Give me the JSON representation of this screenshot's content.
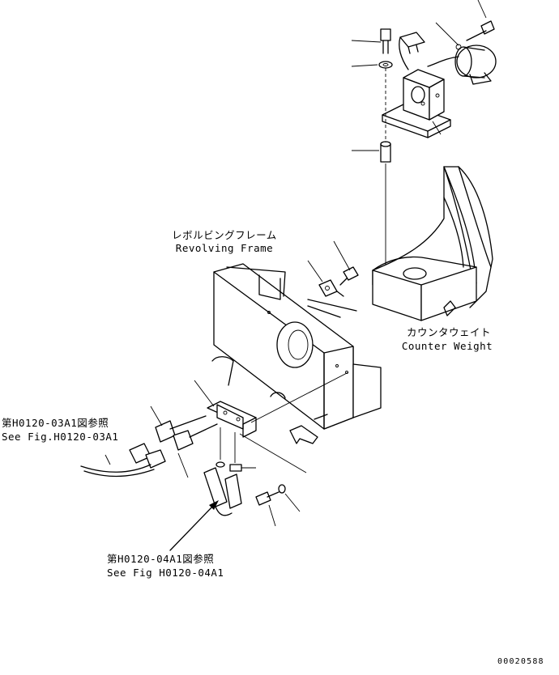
{
  "labels": {
    "revolving_frame_jp": "レボルビングフレーム",
    "revolving_frame_en": "Revolving Frame",
    "counterweight_jp": "カウンタウェイト",
    "counterweight_en": "Counter Weight",
    "ref1_jp": "第H0120-03A1図参照",
    "ref1_en": "See Fig.H0120-03A1",
    "ref2_jp": "第H0120-04A1図参照",
    "ref2_en": "See Fig H0120-04A1"
  },
  "drawing_number": "00020588"
}
